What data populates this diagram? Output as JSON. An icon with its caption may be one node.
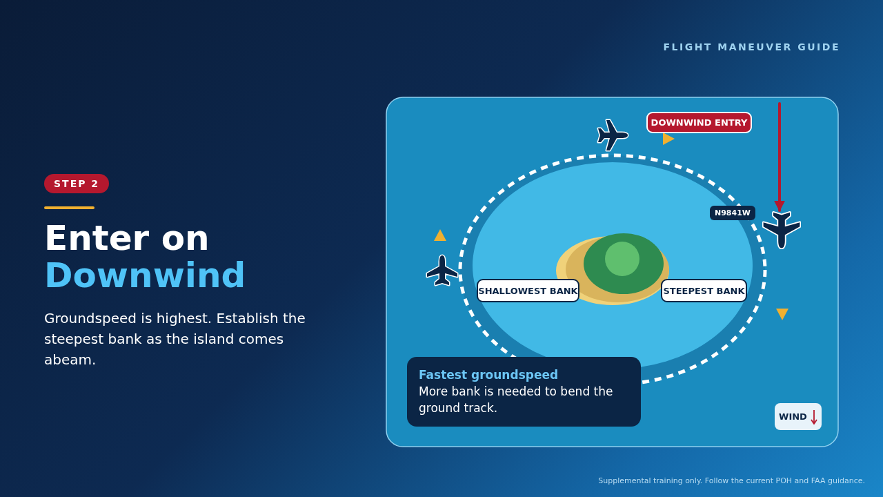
{
  "diagram": {
    "title": "Enter on Downwind",
    "nodes": [
      {
        "text": [
          "DOWNWIND ENTRY"
        ]
      },
      {
        "text": [],
        "shape": "picture",
        "beside": [
          "N9841W"
        ]
      },
      {
        "text": [
          "SHALLOWEST BANK"
        ]
      },
      {
        "text": [
          "STEEPEST BANK"
        ]
      },
      {
        "text": [
          "Fastest groundspeed",
          "More bank is needed to bend the ground track."
        ]
      },
      {
        "text": [
          "WIND"
        ]
      }
    ],
    "edges": [
      {
        "from": null,
        "to": 1,
        "arrow": "to",
        "color": "#b5182e"
      }
    ],
    "labels": [
      "FLIGHT MANEUVER GUIDE",
      "STEP 2",
      "Groundspeed is highest. Establish the steepest bank as the island comes abeam.",
      "Supplemental training only. Follow the current POH and FAA guidance."
    ]
  }
}
